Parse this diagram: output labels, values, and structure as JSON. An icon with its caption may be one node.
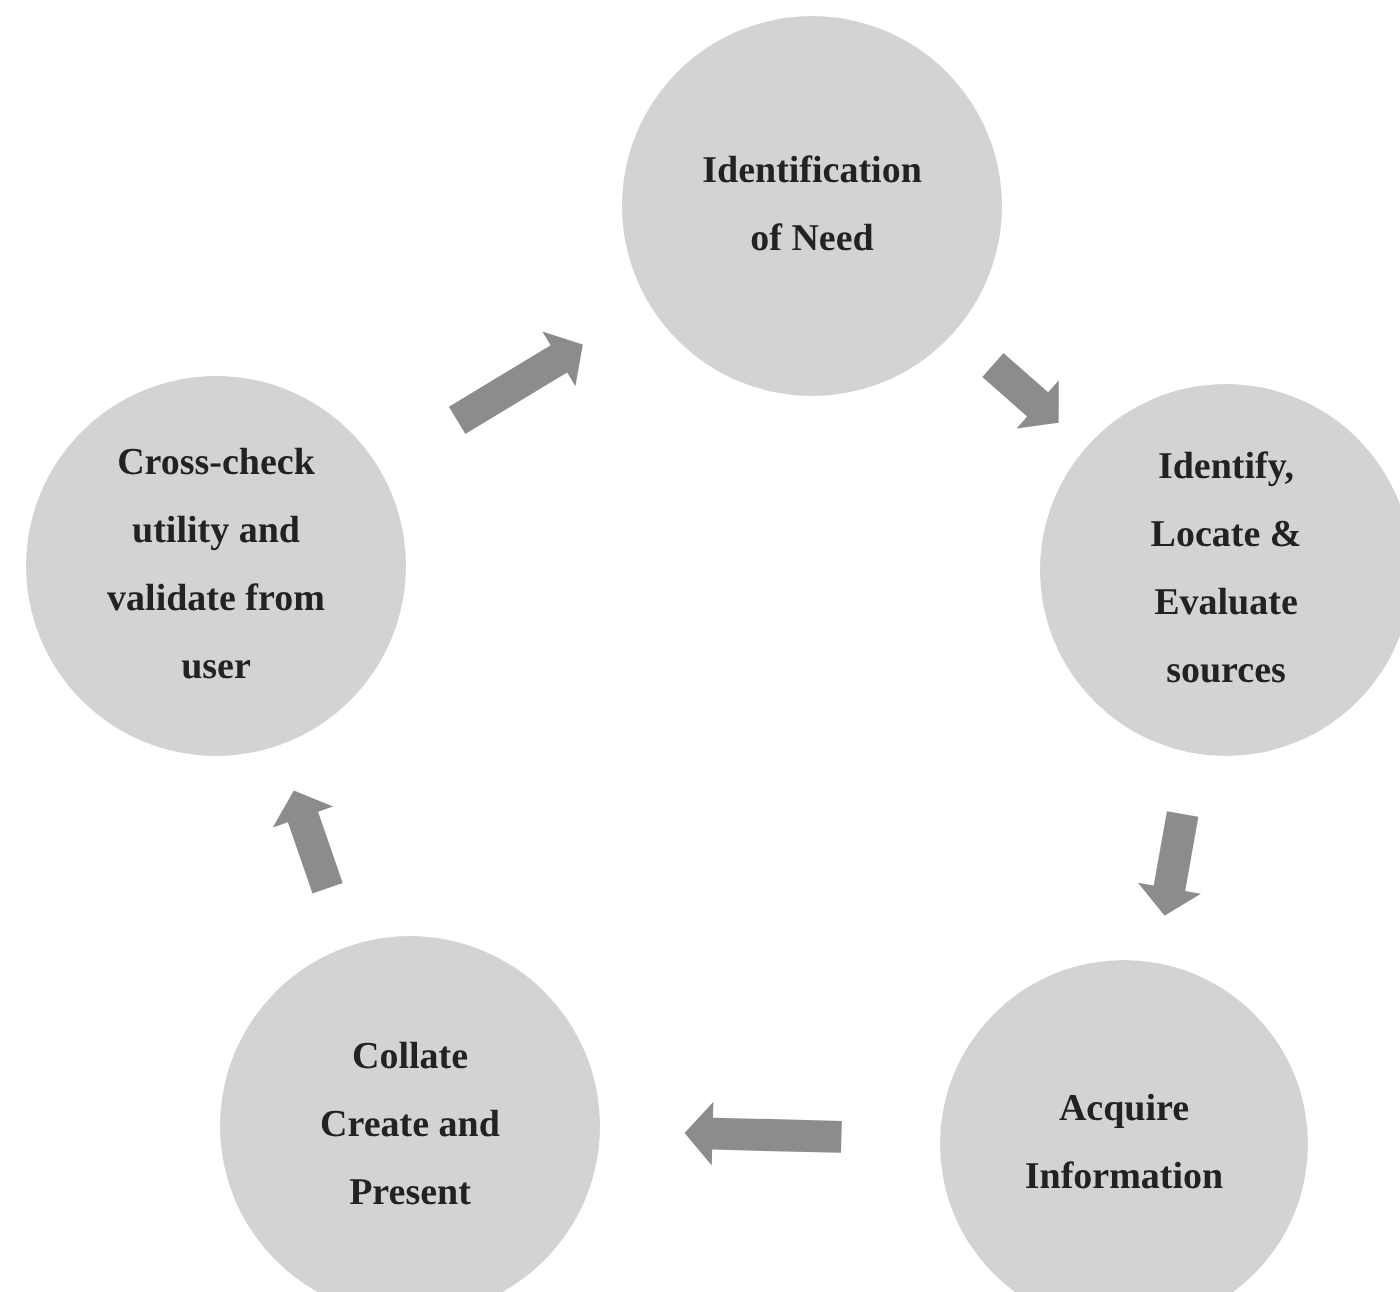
{
  "diagram": {
    "nodes": [
      {
        "text": [
          "Identification of Need"
        ]
      },
      {
        "text": [
          "Identify, Locate & Evaluate sources"
        ]
      },
      {
        "text": [
          "Acquire Information"
        ]
      },
      {
        "text": [
          "Collate Create and Present"
        ]
      },
      {
        "text": [
          "Cross-check utility and validate from user"
        ]
      }
    ],
    "edges": [
      {
        "from": 0,
        "to": 1,
        "arrow": "to"
      },
      {
        "from": 1,
        "to": 2,
        "arrow": "to"
      },
      {
        "from": 2,
        "to": 3,
        "arrow": "to"
      },
      {
        "from": 3,
        "to": 4,
        "arrow": "to"
      },
      {
        "from": 4,
        "to": 0,
        "arrow": "to"
      }
    ]
  }
}
